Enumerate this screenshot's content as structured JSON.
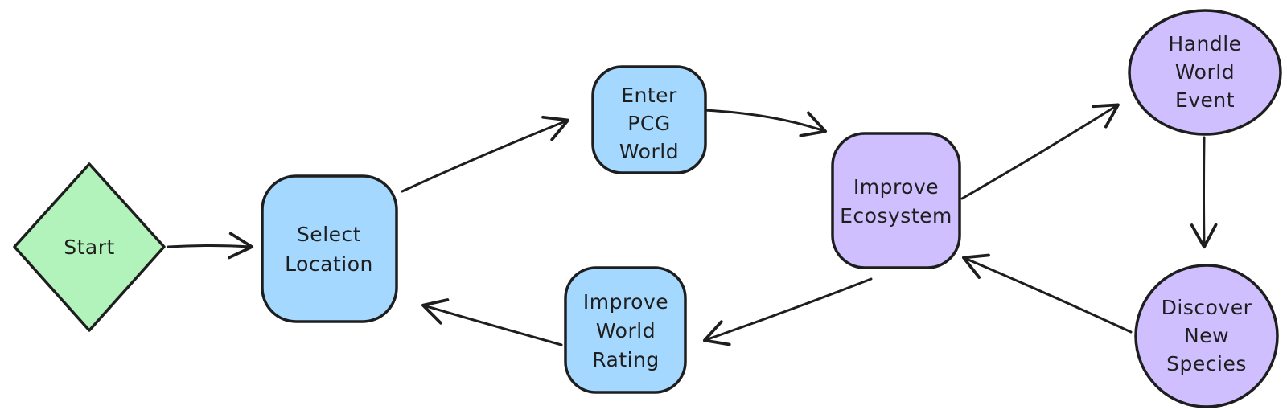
{
  "diagram_type": "flowchart",
  "colors": {
    "background": "#ffffff",
    "stroke": "#1e1e1e",
    "green_fill": "#b2f2bb",
    "blue_fill": "#a5d8ff",
    "purple_fill": "#d0bfff"
  },
  "nodes": {
    "start": {
      "shape": "diamond",
      "fill_color": "#b2f2bb",
      "lines": [
        "Start"
      ]
    },
    "select_location": {
      "shape": "rounded-rectangle",
      "fill_color": "#a5d8ff",
      "lines": [
        "Select",
        "Location"
      ]
    },
    "enter_pcg_world": {
      "shape": "rounded-rectangle",
      "fill_color": "#a5d8ff",
      "lines": [
        "Enter",
        "PCG",
        "World"
      ]
    },
    "improve_ecosystem": {
      "shape": "rounded-rectangle",
      "fill_color": "#d0bfff",
      "lines": [
        "Improve",
        "Ecosystem"
      ]
    },
    "handle_world_event": {
      "shape": "ellipse",
      "fill_color": "#d0bfff",
      "lines": [
        "Handle",
        "World",
        "Event"
      ]
    },
    "discover_new_species": {
      "shape": "ellipse",
      "fill_color": "#d0bfff",
      "lines": [
        "Discover",
        "New",
        "Species"
      ]
    },
    "improve_world_rating": {
      "shape": "rounded-rectangle",
      "fill_color": "#a5d8ff",
      "lines": [
        "Improve",
        "World",
        "Rating"
      ]
    }
  },
  "edges": [
    {
      "from": "start",
      "to": "select_location"
    },
    {
      "from": "select_location",
      "to": "enter_pcg_world"
    },
    {
      "from": "enter_pcg_world",
      "to": "improve_ecosystem"
    },
    {
      "from": "improve_ecosystem",
      "to": "handle_world_event"
    },
    {
      "from": "handle_world_event",
      "to": "discover_new_species"
    },
    {
      "from": "discover_new_species",
      "to": "improve_ecosystem"
    },
    {
      "from": "improve_ecosystem",
      "to": "improve_world_rating"
    },
    {
      "from": "improve_world_rating",
      "to": "select_location"
    }
  ]
}
